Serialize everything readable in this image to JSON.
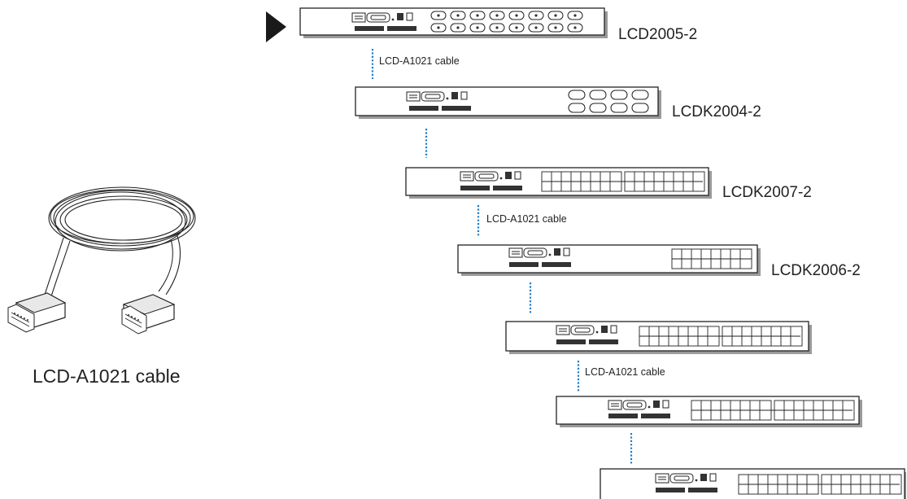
{
  "cable_illustration": {
    "caption": "LCD-A1021 cable",
    "icon": "db-cable-coil-icon"
  },
  "chain_pointer_icon": "arrow-right-icon",
  "units": [
    {
      "label": "LCD2005-2",
      "ports": "round-connectors-8x2"
    },
    {
      "label": "LCDK2004-2",
      "ports": "round-connectors-4x2"
    },
    {
      "label": "LCDK2007-2",
      "ports": "rj45-32"
    },
    {
      "label": "LCDK2006-2",
      "ports": "rj45-16"
    },
    {
      "label": "",
      "ports": "rj45-32"
    },
    {
      "label": "",
      "ports": "rj45-32"
    },
    {
      "label": "",
      "ports": "rj45-32"
    }
  ],
  "links": [
    {
      "label": "LCD-A1021 cable"
    },
    {
      "label": ""
    },
    {
      "label": "LCD-A1021 cable"
    },
    {
      "label": ""
    },
    {
      "label": "LCD-A1021 cable"
    },
    {
      "label": ""
    }
  ],
  "colors": {
    "link_cable": "#1e7dc8",
    "outline": "#222222"
  }
}
